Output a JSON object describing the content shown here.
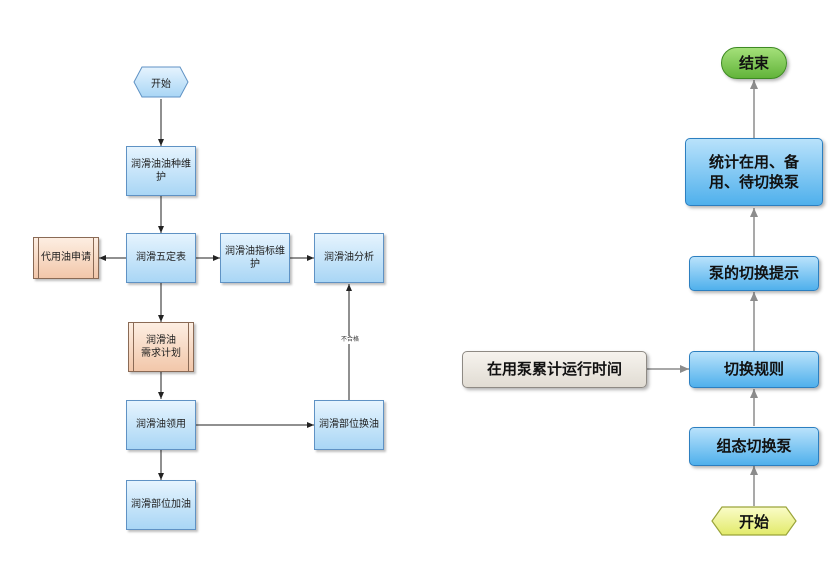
{
  "left_flow": {
    "start": "开始",
    "oil_type_maintenance": "润滑油油种维护",
    "five_fixed_table": "润滑五定表",
    "substitute_oil_request": "代用油申请",
    "oil_indicator_maintenance": "润滑油指标维护",
    "oil_analysis": "润滑油分析",
    "oil_demand_plan_line1": "润滑油",
    "oil_demand_plan_line2": "需求计划",
    "oil_collection": "润滑油领用",
    "part_oil_change": "润滑部位换油",
    "part_oil_refill": "润滑部位加油",
    "unqualified_label": "不合格"
  },
  "right_flow": {
    "end": "结束",
    "statistics_line1": "统计在用、备",
    "statistics_line2": "用、待切换泵",
    "switch_prompt": "泵的切换提示",
    "switch_rules": "切换规则",
    "runtime_input": "在用泵累计运行时间",
    "config_switch": "组态切换泵",
    "start": "开始"
  },
  "colors": {
    "left_box_fill": "#a9d6f5",
    "left_box_border": "#5f92c4",
    "left_orange_fill": "#f2c7aa",
    "right_box_fill": "#4fb0ec",
    "right_end_fill": "#62b43a",
    "right_start_fill": "#eef38a",
    "gray_box_fill": "#e1dcd3",
    "connector": "#222222",
    "right_connector": "#8c8c8c"
  }
}
